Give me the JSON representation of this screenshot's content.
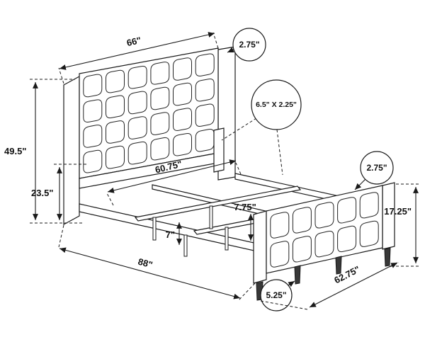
{
  "dims": {
    "headboard_width": "66\"",
    "headboard_post_depth": "2.75\"",
    "side_rail_size": "6.5\" X 2.25\"",
    "headboard_height": "49.5\"",
    "rail_top_height": "23.5\"",
    "slat_length": "60.75\"",
    "overall_length": "88\"",
    "rail_face_height": "7\"",
    "underbed_clearance": "7.75\"",
    "footboard_post_depth": "2.75\"",
    "footboard_height": "17.25\"",
    "leg_height": "5.25\"",
    "footboard_width": "62.75\""
  },
  "colors": {
    "ink": "#1a1a1a",
    "paper": "#ffffff"
  }
}
